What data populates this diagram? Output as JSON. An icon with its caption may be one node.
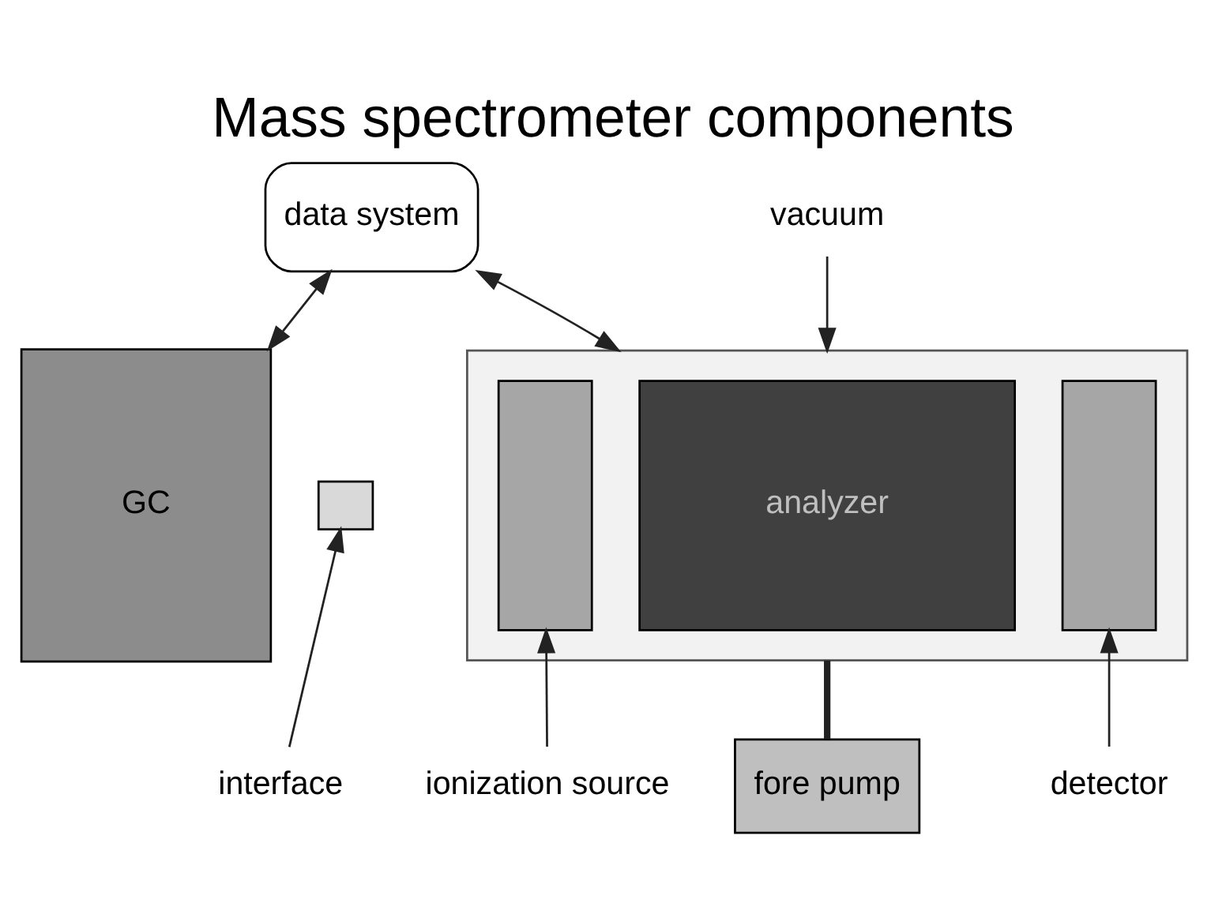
{
  "diagram": {
    "title": "Mass spectrometer components",
    "nodes": [
      {
        "text": [
          "data system"
        ]
      },
      {
        "text": [
          "GC"
        ]
      },
      {
        "text": [],
        "shape": "box"
      },
      {
        "text": [],
        "shape": "box",
        "in": 2
      },
      {
        "text": [
          "analyzer"
        ],
        "in": 2
      },
      {
        "text": [],
        "shape": "box",
        "in": 2
      },
      {
        "text": [],
        "shape": "box"
      },
      {
        "text": [
          "fore pump"
        ]
      },
      {
        "text": [
          "vacuum"
        ]
      },
      {
        "text": [
          "interface"
        ]
      },
      {
        "text": [
          "ionization source"
        ]
      },
      {
        "text": [
          "detector"
        ]
      }
    ],
    "edges": [
      {
        "from": 0,
        "to": 1,
        "arrow": "both"
      },
      {
        "from": 0,
        "to": 2,
        "arrow": "both"
      },
      {
        "from": 2,
        "to": 7,
        "arrow": "none",
        "style": "thick"
      },
      {
        "from": 8,
        "to": 2,
        "arrow": "to"
      },
      {
        "from": 9,
        "to": 6,
        "arrow": "to"
      },
      {
        "from": 10,
        "to": 3,
        "arrow": "to"
      },
      {
        "from": 11,
        "to": 5,
        "arrow": "to"
      }
    ]
  }
}
